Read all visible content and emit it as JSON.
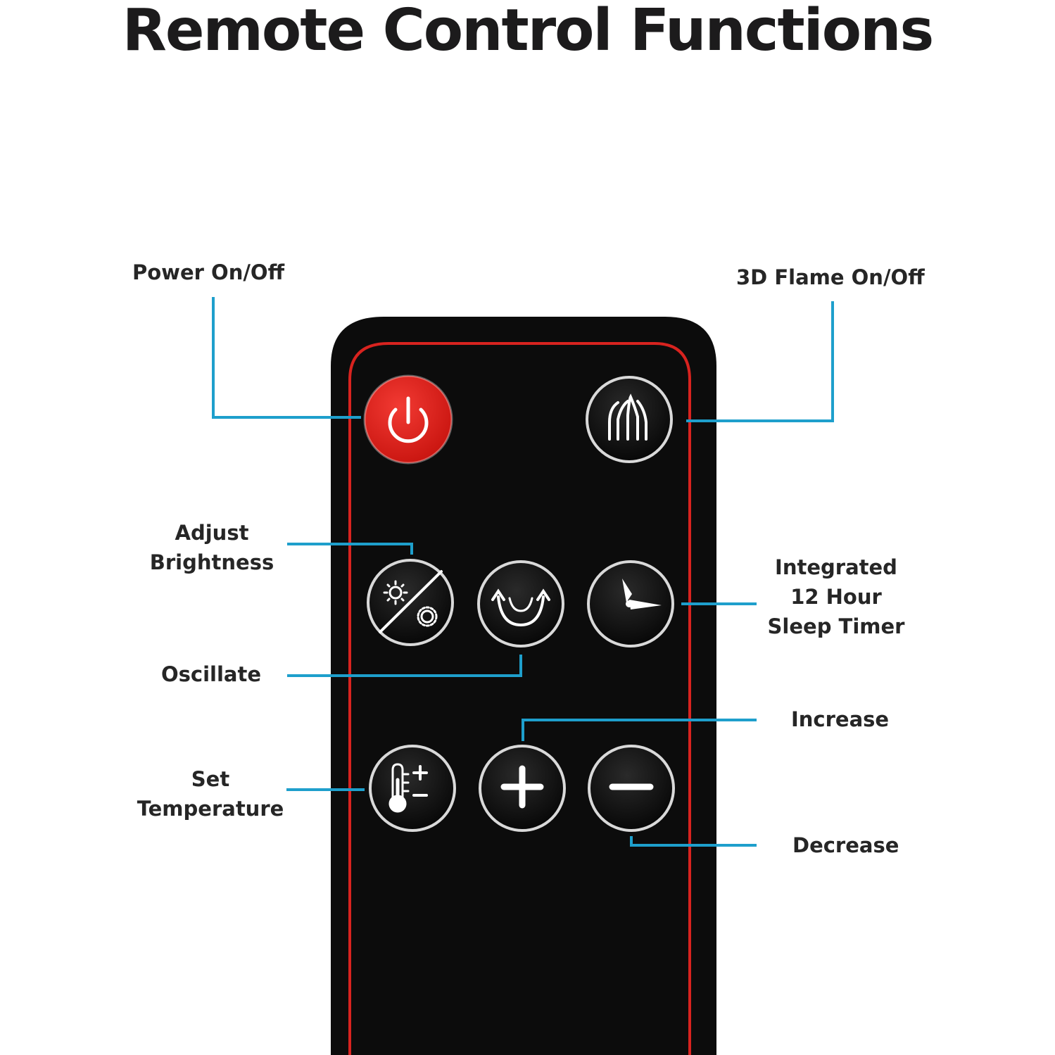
{
  "title": "Remote Control Functions",
  "colors": {
    "leader_line": "#1e9fcc",
    "remote_body": "#0c0c0c",
    "remote_trim": "#d8231f",
    "power_button": "#e0211e",
    "button_ring": "#d9d9d9"
  },
  "labels": {
    "power": "Power On/Off",
    "flame": "3D Flame On/Off",
    "brightness": [
      "Adjust",
      "Brightness"
    ],
    "oscillate": "Oscillate",
    "timer": [
      "Integrated",
      "12 Hour",
      "Sleep Timer"
    ],
    "increase": "Increase",
    "temperature": [
      "Set",
      "Temperature"
    ],
    "decrease": "Decrease"
  },
  "buttons": {
    "power": "power-icon",
    "flame": "flame-icon",
    "brightness": "brightness-icon",
    "oscillate": "oscillate-icon",
    "timer": "clock-icon",
    "temperature": "thermometer-icon",
    "increase": "plus-icon",
    "decrease": "minus-icon"
  }
}
